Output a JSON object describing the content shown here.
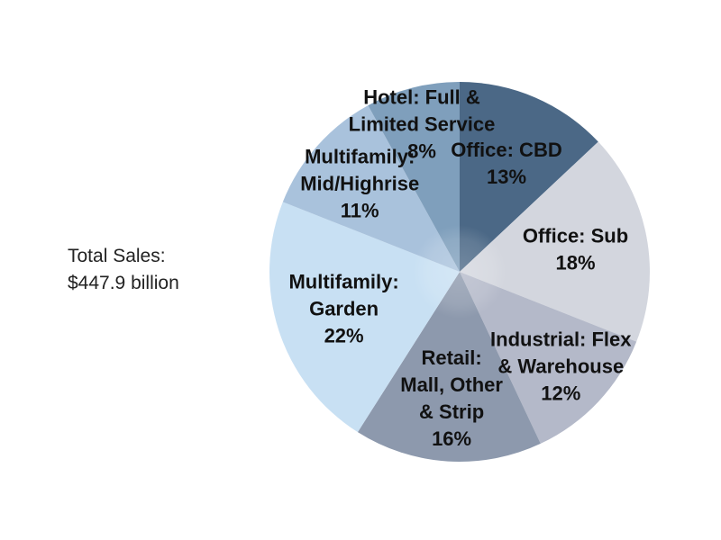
{
  "summary": {
    "line1": "Total Sales:",
    "line2": "$447.9 billion"
  },
  "chart_data": {
    "type": "pie",
    "start_angle_deg": 0,
    "direction": "clockwise",
    "slices": [
      {
        "label_lines": [
          "Office: CBD"
        ],
        "pct_label": "13%",
        "value": 13,
        "color": "#4b6886"
      },
      {
        "label_lines": [
          "Office: Sub"
        ],
        "pct_label": "18%",
        "value": 18,
        "color": "#d3d6de"
      },
      {
        "label_lines": [
          "Industrial: Flex",
          "& Warehouse"
        ],
        "pct_label": "12%",
        "value": 12,
        "color": "#b4b9c9"
      },
      {
        "label_lines": [
          "Retail:",
          "Mall, Other",
          "& Strip"
        ],
        "pct_label": "16%",
        "value": 16,
        "color": "#8d99ad"
      },
      {
        "label_lines": [
          "Multifamily:",
          "Garden"
        ],
        "pct_label": "22%",
        "value": 22,
        "color": "#c8e0f3"
      },
      {
        "label_lines": [
          "Multifamily:",
          "Mid/Highrise"
        ],
        "pct_label": "11%",
        "value": 11,
        "color": "#a9c2dc"
      },
      {
        "label_lines": [
          "Hotel: Full &",
          "Limited Service"
        ],
        "pct_label": "8%",
        "value": 8,
        "color": "#7f9fbc"
      }
    ]
  }
}
